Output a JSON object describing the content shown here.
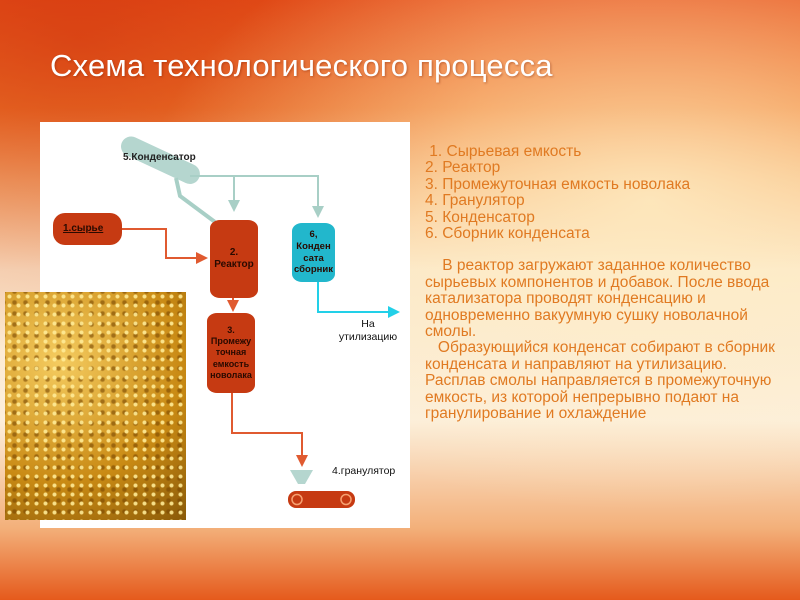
{
  "title": "Схема технологического процесса",
  "diagram": {
    "condenser": "5.Конденсатор",
    "raw": "1.сырье",
    "reactor": [
      "2.",
      "Реактор"
    ],
    "collector": [
      "6,",
      "Конден",
      "сата",
      "сборник"
    ],
    "disposal": [
      "На",
      "утилизацию"
    ],
    "intermediate": [
      "3.",
      "Промежу",
      "точная",
      "емкость",
      "новолака"
    ],
    "granulator": "4.гранулятор",
    "colors": {
      "vessel": "#c63a12",
      "condenser": "#b5d6cf",
      "collector": "#22b7cc"
    }
  },
  "legend": [
    " 1. Сырьевая емкость",
    "2. Реактор",
    "3. Промежуточная емкость новолака",
    "4. Гранулятор",
    "5. Конденсатор",
    "6. Сборник конденсата"
  ],
  "paragraphs": [
    "    В реактор загружают заданное количество сырьевых компонентов и добавок. После ввода катализатора проводят конденсацию и одновременно вакуумную сушку новолачной смолы.",
    "   Образующийся конденсат собирают в сборник конденсата и направляют на утилизацию. Расплав смолы направляется в промежуточную емкость, из которой непрерывно подают на гранулирование и охлаждение"
  ]
}
